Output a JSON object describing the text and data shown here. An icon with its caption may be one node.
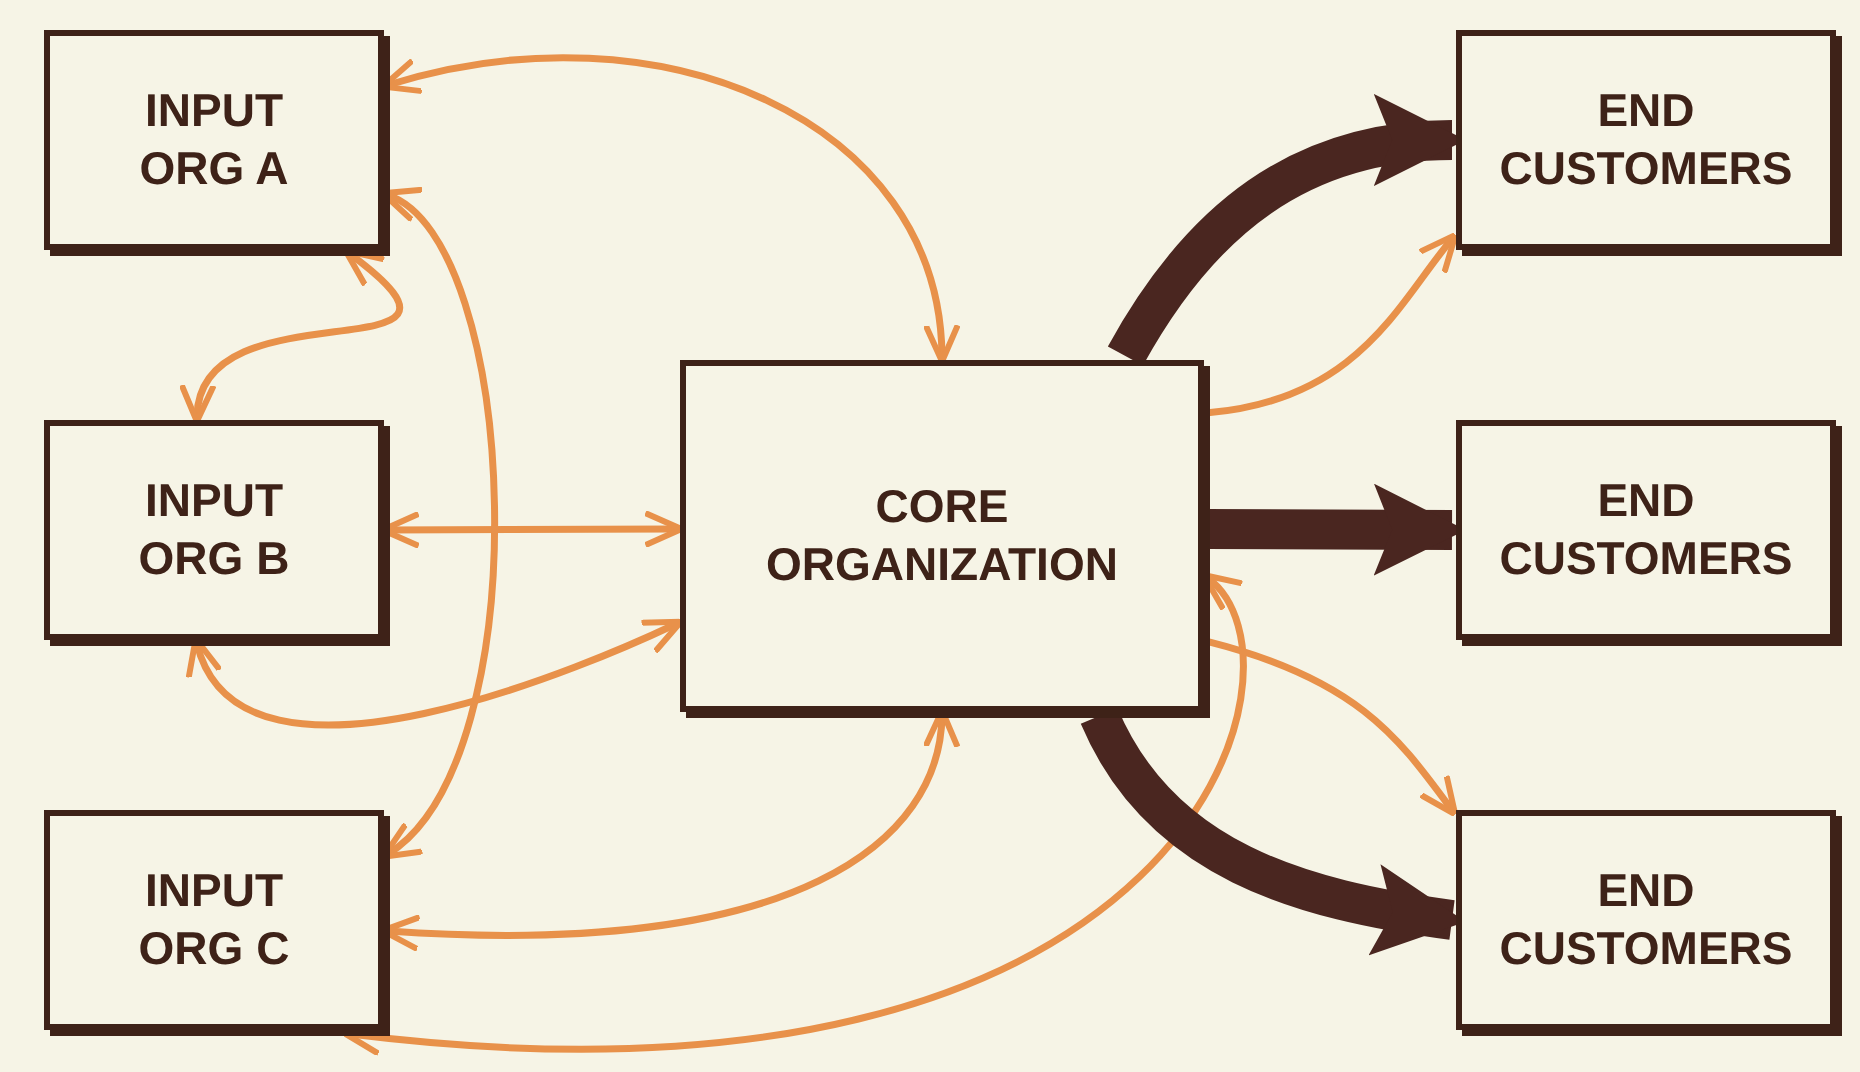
{
  "diagram": {
    "nodes": [
      {
        "text": [
          "INPUT ORG A"
        ]
      },
      {
        "text": [
          "INPUT ORG B"
        ]
      },
      {
        "text": [
          "INPUT ORG C"
        ]
      },
      {
        "text": [
          "CORE ORGANIZATION"
        ]
      },
      {
        "text": [
          "END CUSTOMERS"
        ]
      },
      {
        "text": [
          "END CUSTOMERS"
        ]
      },
      {
        "text": [
          "END CUSTOMERS"
        ]
      }
    ],
    "edges": [
      {
        "from": 0,
        "to": 3,
        "arrow": "both"
      },
      {
        "from": 0,
        "to": 1,
        "arrow": "both"
      },
      {
        "from": 1,
        "to": 3,
        "arrow": "both"
      },
      {
        "from": 2,
        "to": 3,
        "arrow": "both"
      },
      {
        "from": 2,
        "to": 0,
        "arrow": "both"
      },
      {
        "from": 1,
        "to": 3,
        "arrow": "both"
      },
      {
        "from": 2,
        "to": 3,
        "arrow": "both"
      },
      {
        "from": 3,
        "to": 4,
        "arrow": "to",
        "style": "thick",
        "color": "#4a2620"
      },
      {
        "from": 3,
        "to": 5,
        "arrow": "to",
        "style": "thick",
        "color": "#4a2620"
      },
      {
        "from": 3,
        "to": 6,
        "arrow": "to",
        "style": "thick",
        "color": "#4a2620"
      },
      {
        "from": 3,
        "to": 4,
        "arrow": "to"
      },
      {
        "from": 3,
        "to": 6,
        "arrow": "to"
      }
    ]
  }
}
